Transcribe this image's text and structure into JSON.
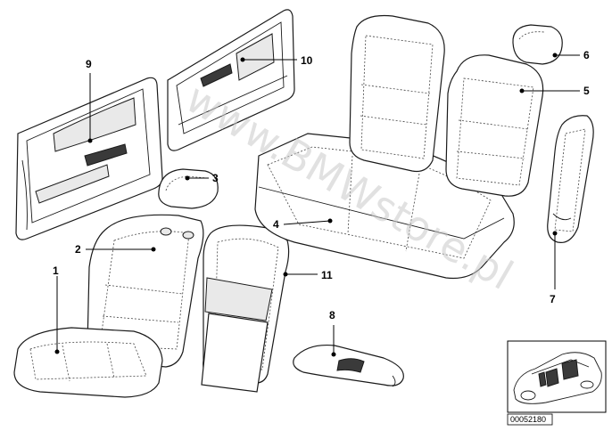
{
  "watermark": "www.BMWstore.pl",
  "diagram_ref": "00052180",
  "callouts": [
    {
      "id": "1",
      "label": "1"
    },
    {
      "id": "2",
      "label": "2"
    },
    {
      "id": "3",
      "label": "3"
    },
    {
      "id": "4",
      "label": "4"
    },
    {
      "id": "5",
      "label": "5"
    },
    {
      "id": "6",
      "label": "6"
    },
    {
      "id": "7",
      "label": "7"
    },
    {
      "id": "8",
      "label": "8"
    },
    {
      "id": "9",
      "label": "9"
    },
    {
      "id": "10",
      "label": "10"
    },
    {
      "id": "11",
      "label": "11"
    }
  ]
}
